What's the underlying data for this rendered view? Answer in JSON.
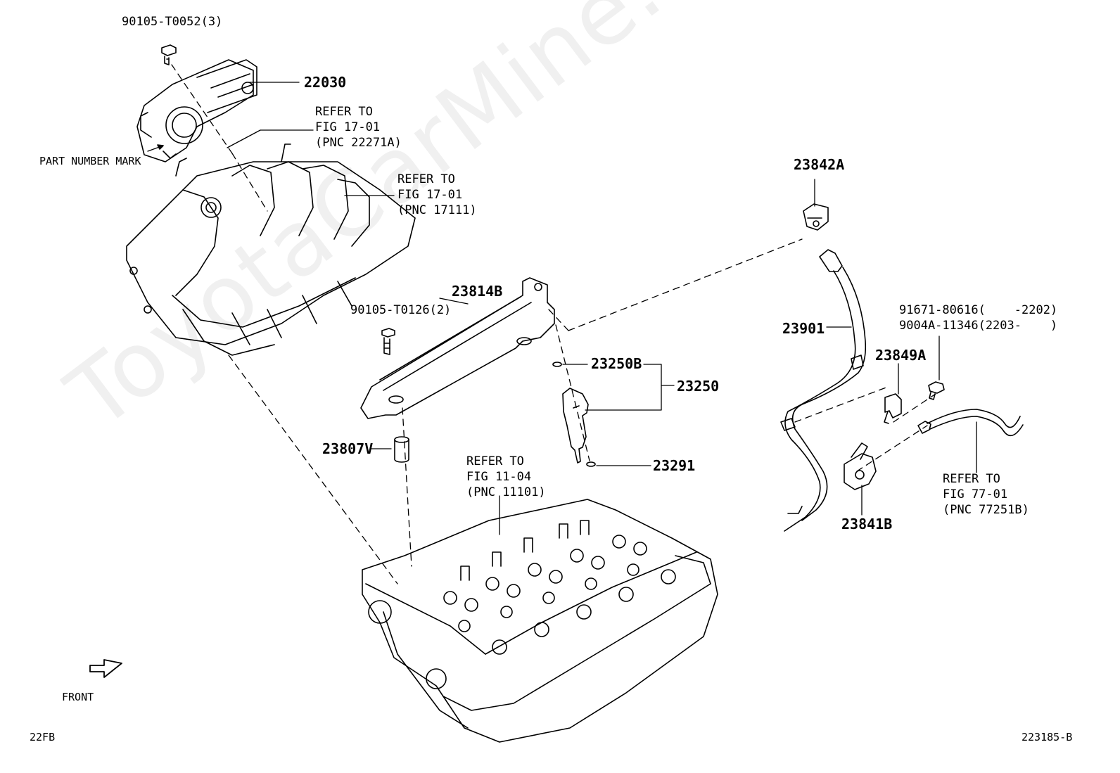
{
  "labels": {
    "bolt_top": "90105-T0052(3)",
    "throttle": "22030",
    "refer_throttle": [
      "REFER TO",
      "FIG 17-01",
      "(PNC 22271A)"
    ],
    "part_number_mark": "PART NUMBER MARK",
    "refer_manifold": [
      "REFER TO",
      "FIG 17-01",
      "(PNC 17111)"
    ],
    "rail": "23814B",
    "bolt_rail": "90105-T0126(2)",
    "insulator": "23250B",
    "injector": "23250",
    "spacer": "23807V",
    "oring": "23291",
    "refer_head": [
      "REFER TO",
      "FIG 11-04",
      "(PNC 11101)"
    ],
    "clamp_top": "23842A",
    "hose": "23901",
    "bolt_clamp_a": "91671-80616(    -2202)",
    "bolt_clamp_b": "9004A-11346(2203-    )",
    "bracket": "23849A",
    "clamp_bottom": "23841B",
    "refer_pipe": [
      "REFER TO",
      "FIG 77-01",
      "(PNC 77251B)"
    ],
    "front": "FRONT",
    "code_left": "22FB",
    "code_right": "223185-B"
  },
  "watermark": "ToyotaCarMine.ru"
}
